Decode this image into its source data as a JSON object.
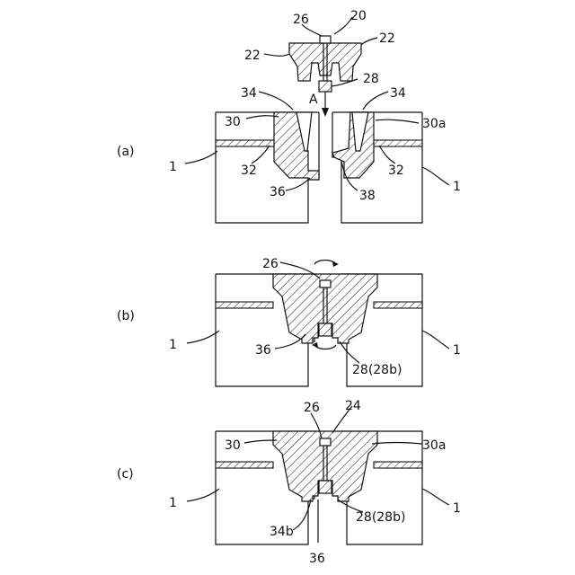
{
  "figure": {
    "panel_labels": [
      "(a)",
      "(b)",
      "(c)"
    ],
    "a": {
      "label_1_left": "1",
      "label_1_right": "1",
      "label_20": "20",
      "label_22_left": "22",
      "label_22_right": "22",
      "label_26": "26",
      "label_28": "28",
      "label_A": "A",
      "label_34_left": "34",
      "label_34_right": "34",
      "label_30": "30",
      "label_30a": "30a",
      "label_32_left": "32",
      "label_32_right": "32",
      "label_36": "36",
      "label_38": "38"
    },
    "b": {
      "label_26": "26",
      "label_36": "36",
      "label_28": "28(28b)",
      "label_1_left": "1",
      "label_1_right": "1"
    },
    "c": {
      "label_26": "26",
      "label_24": "24",
      "label_30": "30",
      "label_30a": "30a",
      "label_34b": "34b",
      "label_36": "36",
      "label_28": "28(28b)",
      "label_1_left": "1",
      "label_1_right": "1"
    }
  }
}
